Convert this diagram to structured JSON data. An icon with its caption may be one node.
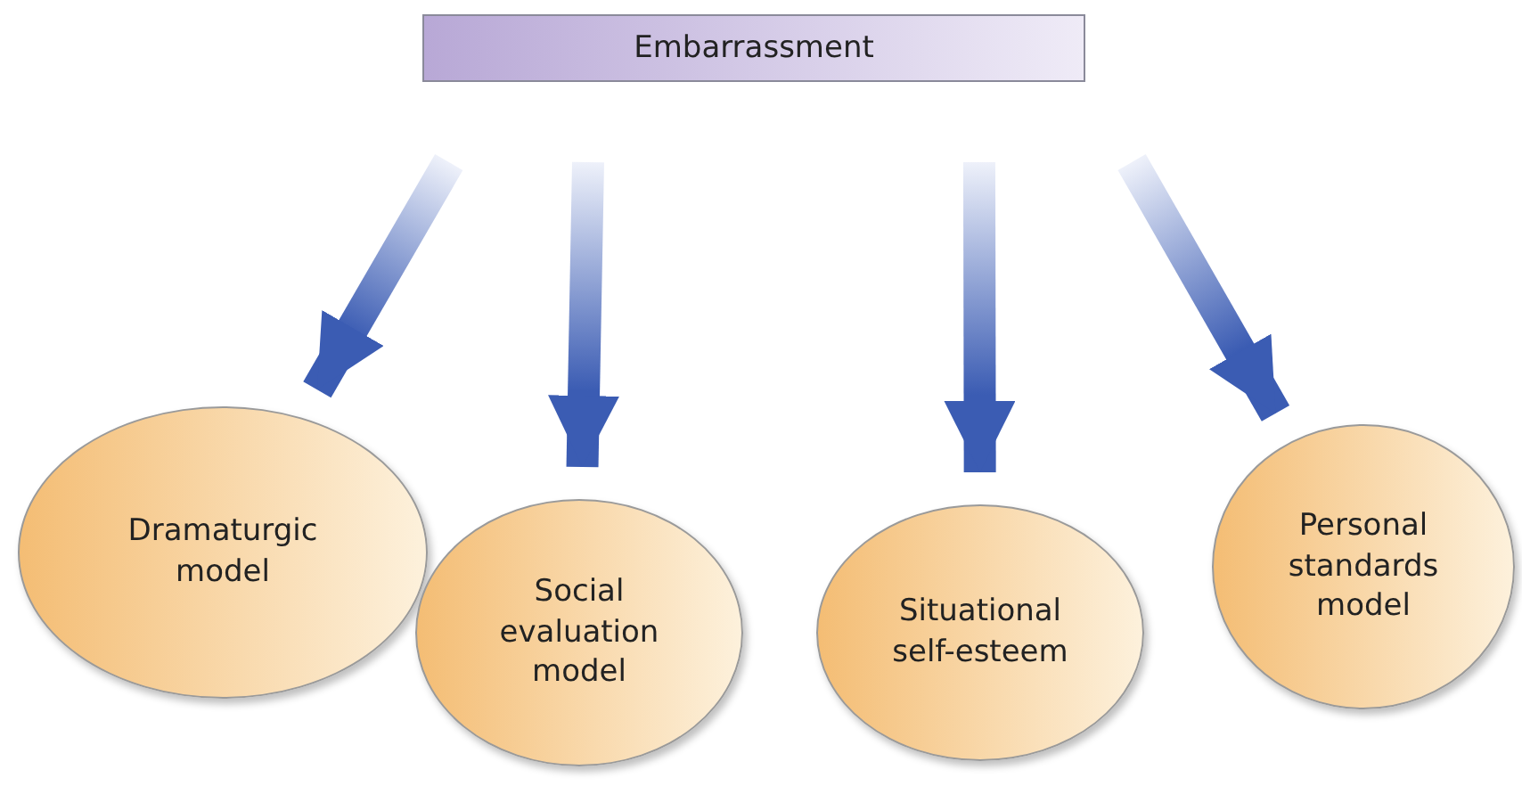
{
  "diagram": {
    "nodes": [
      {
        "text": [
          "Embarrassment"
        ]
      },
      {
        "text": [
          "Dramaturgic model"
        ]
      },
      {
        "text": [
          "Social evaluation model"
        ]
      },
      {
        "text": [
          "Situational self-esteem"
        ]
      },
      {
        "text": [
          "Personal standards model"
        ]
      }
    ],
    "edges": [
      {
        "from": 0,
        "to": 1,
        "arrow": "to"
      },
      {
        "from": 0,
        "to": 2,
        "arrow": "to"
      },
      {
        "from": 0,
        "to": 3,
        "arrow": "to"
      },
      {
        "from": 0,
        "to": 4,
        "arrow": "to"
      }
    ]
  }
}
